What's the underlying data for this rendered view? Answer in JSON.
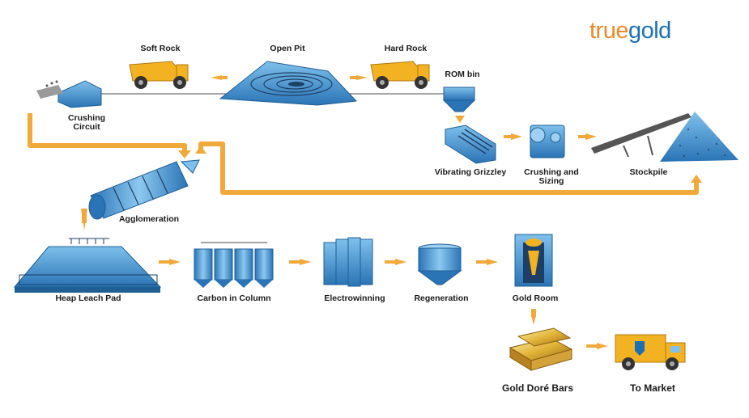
{
  "brand": {
    "part1": "true",
    "part2": "gold",
    "color1": "#e8892b",
    "color2": "#1d6fb4"
  },
  "colors": {
    "flow_arrow": "#f2a93b",
    "equipment": "#3f8fcf",
    "equipment_dark": "#1f5f94",
    "truck": "#f2b222",
    "gold": "#e2b43a",
    "line": "#4a4a4a"
  },
  "labels": {
    "soft_rock": "Soft Rock",
    "open_pit": "Open Pit",
    "hard_rock": "Hard Rock",
    "rom_bin": "ROM bin",
    "crushing_circuit_1": "Crushing",
    "crushing_circuit_2": "Circuit",
    "vibrating_grizzley": "Vibrating Grizzley",
    "crushing_sizing_1": "Crushing and",
    "crushing_sizing_2": "Sizing",
    "stockpile": "Stockpile",
    "agglomeration": "Agglomeration",
    "heap_leach_pad": "Heap Leach Pad",
    "carbon_in_column": "Carbon in Column",
    "electrowinning": "Electrowinning",
    "regeneration": "Regeneration",
    "gold_room": "Gold Room",
    "gold_dore_bars": "Gold Doré Bars",
    "to_market": "To Market"
  }
}
